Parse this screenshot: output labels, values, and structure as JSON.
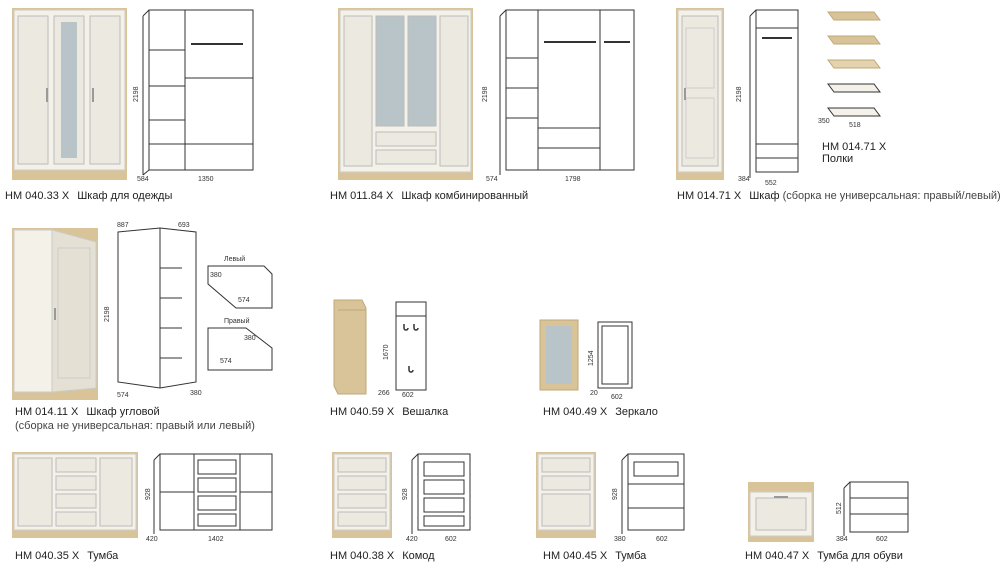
{
  "products": [
    {
      "code": "НМ 040.33 Х",
      "name": "Шкаф для одежды",
      "dims": {
        "h": "2198",
        "d": "584",
        "w": "1350"
      }
    },
    {
      "code": "НМ 011.84 Х",
      "name": "Шкаф комбинированный",
      "dims": {
        "h": "2198",
        "d": "574",
        "w": "1798"
      }
    },
    {
      "code": "НМ 014.71 Х",
      "name": "Шкаф",
      "note": "(сборка не универсальная: правый/левый)",
      "dims": {
        "h": "2198",
        "d": "384",
        "w": "552"
      }
    },
    {
      "code": "НМ 014.71 Х",
      "name": "Полки",
      "dims": {
        "d": "350",
        "w": "518"
      }
    },
    {
      "code": "НМ 014.11 Х",
      "name": "Шкаф угловой",
      "note": "(сборка не универсальная: правый или левый)",
      "dims": {
        "w1": "887",
        "w2": "693",
        "h": "2198",
        "d1": "574",
        "d2": "380"
      },
      "plans": {
        "left_label": "Левый",
        "right_label": "Правый",
        "a": "380",
        "b": "574"
      }
    },
    {
      "code": "НМ 040.59 Х",
      "name": "Вешалка",
      "dims": {
        "h": "1670",
        "d": "266",
        "w": "602"
      }
    },
    {
      "code": "НМ 040.49 Х",
      "name": "Зеркало",
      "dims": {
        "h": "1254",
        "d": "20",
        "w": "602"
      }
    },
    {
      "code": "НМ 040.35 Х",
      "name": "Тумба",
      "dims": {
        "h": "928",
        "d": "420",
        "w": "1402"
      }
    },
    {
      "code": "НМ 040.38 Х",
      "name": "Комод",
      "dims": {
        "h": "928",
        "d": "420",
        "w": "602"
      }
    },
    {
      "code": "НМ 040.45 Х",
      "name": "Тумба",
      "dims": {
        "h": "928",
        "d": "380",
        "w": "602"
      }
    },
    {
      "code": "НМ 040.47 Х",
      "name": "Тумба для обуви",
      "dims": {
        "h": "512",
        "d": "384",
        "w": "602"
      }
    }
  ],
  "colors": {
    "body": "#f3f1e8",
    "panel": "#eceae0",
    "wood": "#d9c49a",
    "line": "#333333",
    "mirror": "#b8c4c8"
  }
}
